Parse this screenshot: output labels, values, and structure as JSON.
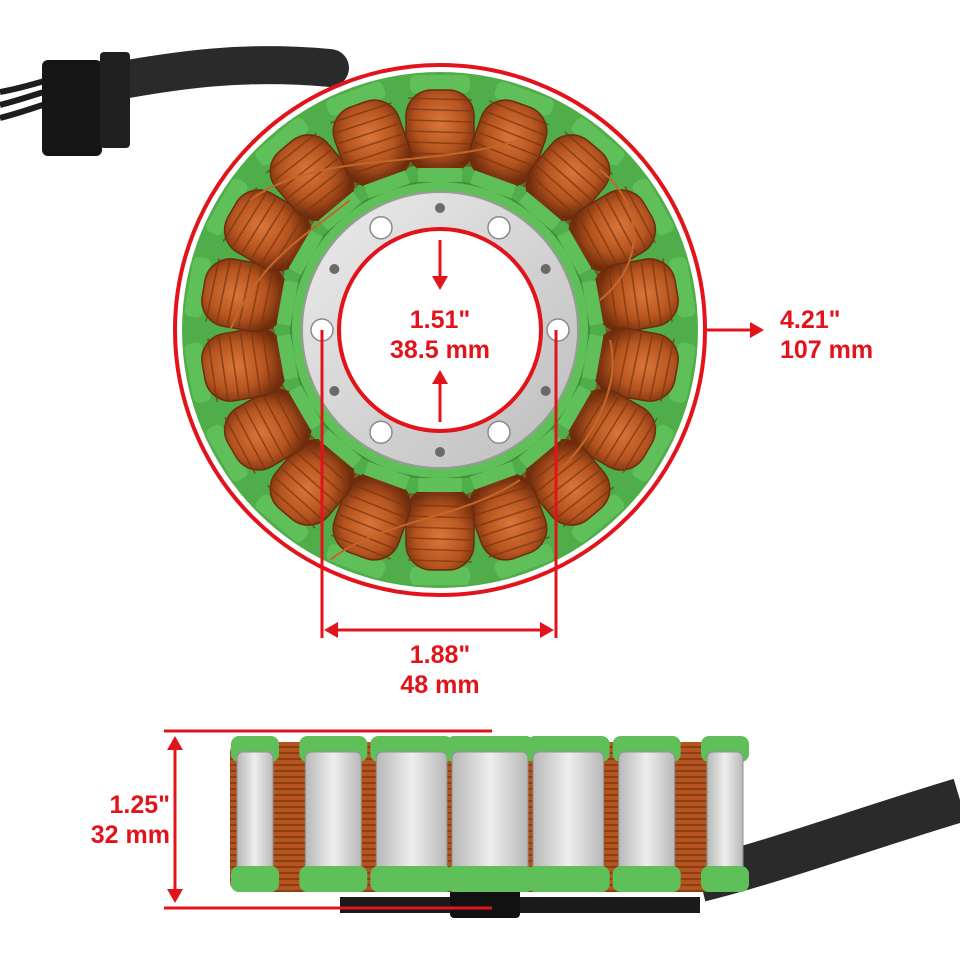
{
  "product": {
    "name": "stator",
    "colors": {
      "dimension_red": "#e3131b",
      "copper": "#b5541f",
      "insulator_green": "#5fc05a",
      "steel": "#d8d8d8",
      "cable": "#2a2a2a"
    },
    "top_view": {
      "pole_count": 18,
      "bolt_holes": 6,
      "small_holes": 6
    },
    "side_view": {
      "visible_poles": 7
    }
  },
  "dimensions": {
    "inner_diameter": {
      "inch": "1.51\"",
      "mm": "38.5 mm"
    },
    "outer_diameter": {
      "inch": "4.21\"",
      "mm": "107 mm"
    },
    "bolt_spacing": {
      "inch": "1.88\"",
      "mm": "48 mm"
    },
    "height": {
      "inch": "1.25\"",
      "mm": "32 mm"
    }
  }
}
